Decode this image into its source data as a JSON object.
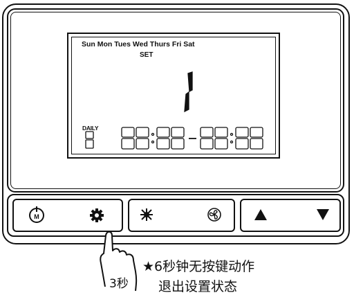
{
  "lcd": {
    "days": "Sun Mon Tues Wed Thurs Fri Sat",
    "set_label": "SET",
    "daily_label": "DAILY",
    "big_digit": "1",
    "time_display": "88:88 - 88:88",
    "day_digit": "8"
  },
  "buttons": {
    "power_icon": "power-icon",
    "set_icon": "gear-icon",
    "mode_icon": "sun-snowflake-icon",
    "fan_icon": "fan-icon",
    "up_icon": "triangle-up-icon",
    "down_icon": "triangle-down-icon"
  },
  "hand_label": "3秒",
  "note": {
    "line1": "★6秒钟无按键动作",
    "line2": "退出设置状态"
  }
}
